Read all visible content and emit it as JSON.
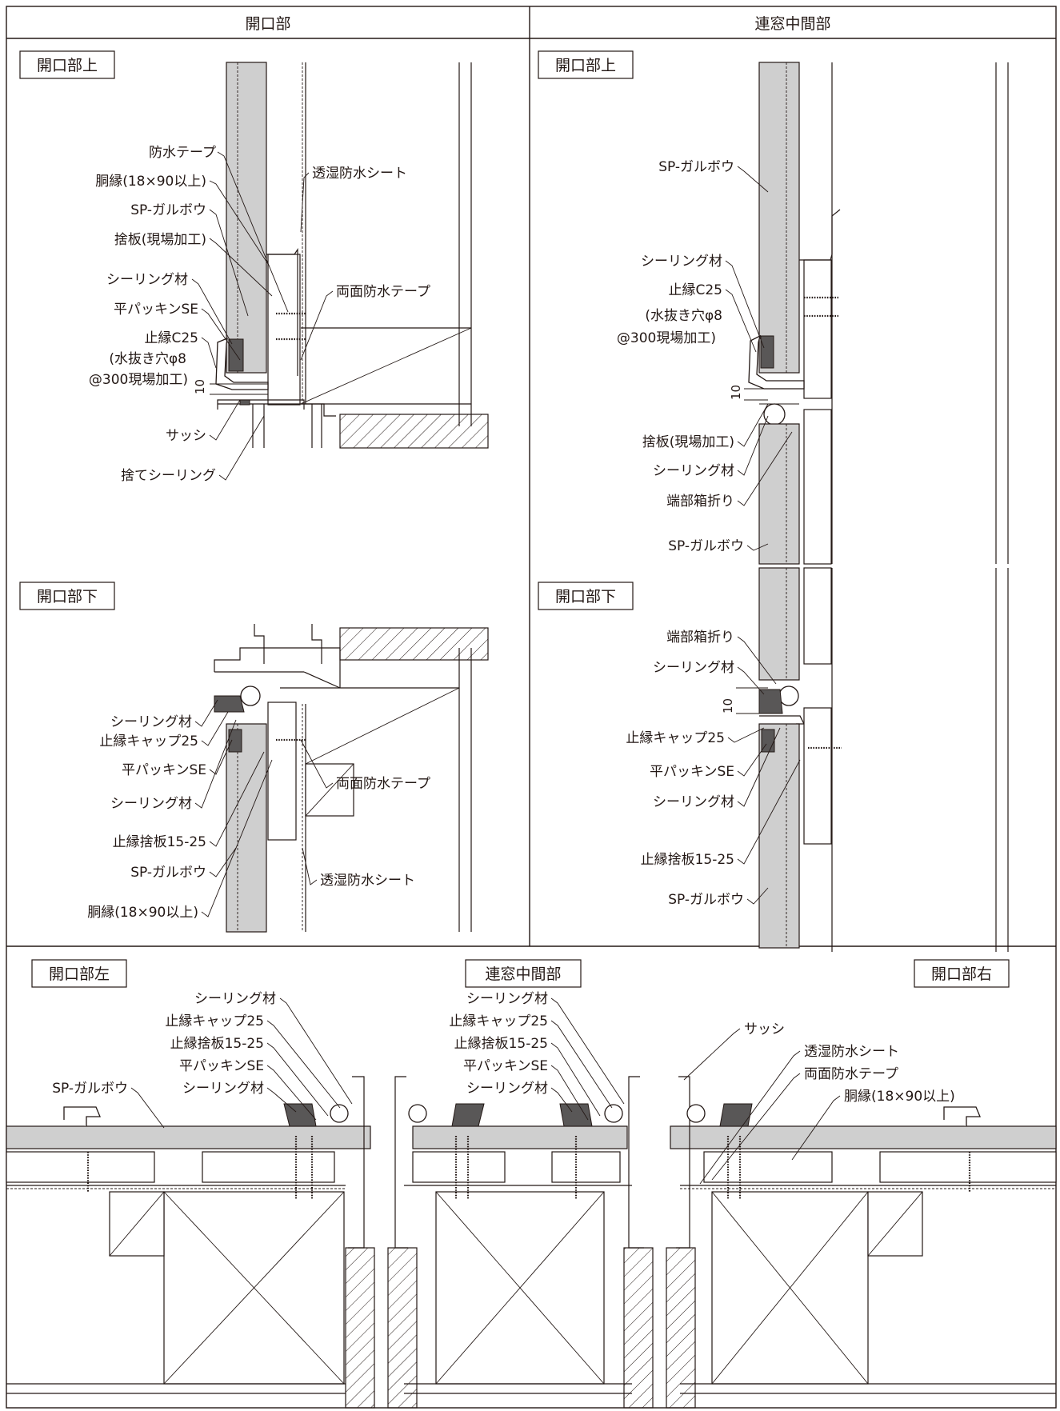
{
  "headers": {
    "left": "開口部",
    "right": "連窓中間部"
  },
  "sections": {
    "a": "開口部上",
    "b": "開口部上",
    "c": "開口部下",
    "d": "開口部下",
    "e": "開口部左",
    "f": "連窓中間部",
    "g": "開口部右"
  },
  "materials": {
    "waterproof_tape": "防水テープ",
    "furring": "胴縁(18×90以上)",
    "galvalume": "SP-ガルボウ",
    "sute_board": "捨板(現場加工)",
    "sealing": "シーリング材",
    "flat_packing": "平パッキンSE",
    "stop_c25": "止縁C25",
    "drain_hole": "(水抜き穴φ8",
    "drain_pitch": "@300現場加工)",
    "sash": "サッシ",
    "sute_sealing": "捨てシーリング",
    "moisture_sheet": "透湿防水シート",
    "double_tape": "両面防水テープ",
    "box_fold": "端部箱折り",
    "stop_cap": "止縁キャップ25",
    "stop_sute": "止縁捨板15-25"
  },
  "dimension": "10",
  "colors": {
    "line": "#231815",
    "board_fill": "#cfcfcf",
    "seal_fill": "#595757"
  }
}
